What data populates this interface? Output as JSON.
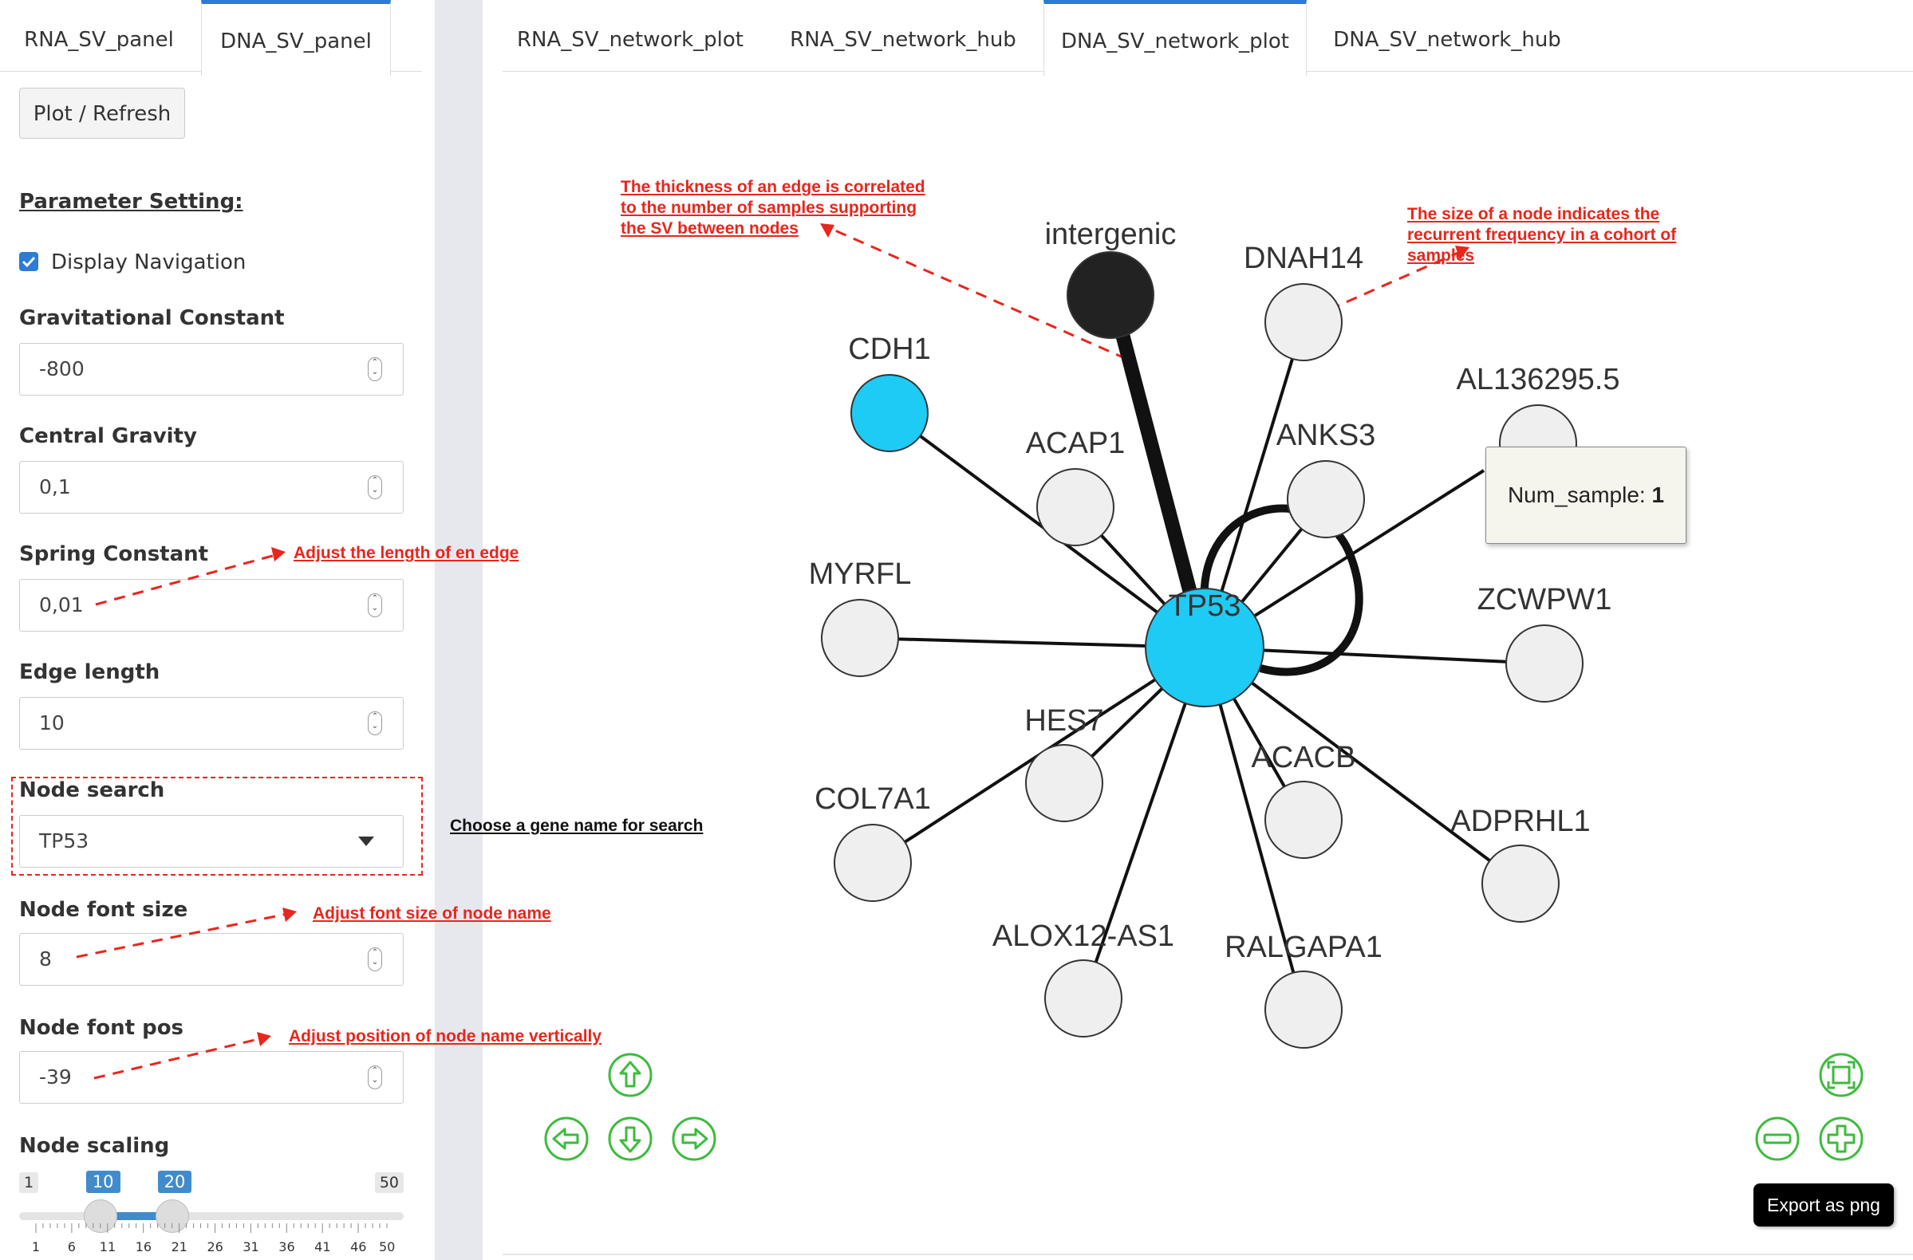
{
  "sidebar": {
    "tabs": [
      {
        "label": "RNA_SV_panel",
        "active": false
      },
      {
        "label": "DNA_SV_panel",
        "active": true
      }
    ],
    "plot_button": "Plot / Refresh",
    "section_title": "Parameter Setting:",
    "display_navigation": {
      "label": "Display Navigation",
      "checked": true
    },
    "fields": {
      "gravitational_constant": {
        "label": "Gravitational Constant",
        "value": "-800"
      },
      "central_gravity": {
        "label": "Central Gravity",
        "value": "0,1"
      },
      "spring_constant": {
        "label": "Spring Constant",
        "value": "0,01"
      },
      "edge_length": {
        "label": "Edge length",
        "value": "10"
      },
      "node_search": {
        "label": "Node search",
        "value": "TP53"
      },
      "node_font_size": {
        "label": "Node font size",
        "value": "8"
      },
      "node_font_pos": {
        "label": "Node font pos",
        "value": "-39"
      }
    },
    "node_scaling": {
      "label": "Node scaling",
      "min": "1",
      "max": "50",
      "low": "10",
      "high": "20",
      "low_fraction": 0.1837,
      "high_fraction": 0.3878,
      "ticks": [
        "1",
        "6",
        "11",
        "16",
        "21",
        "26",
        "31",
        "36",
        "41",
        "46",
        "50"
      ]
    }
  },
  "main": {
    "tabs": [
      {
        "label": "RNA_SV_network_plot",
        "active": false
      },
      {
        "label": "RNA_SV_network_hub",
        "active": false
      },
      {
        "label": "DNA_SV_network_plot",
        "active": true
      },
      {
        "label": "DNA_SV_network_hub",
        "active": false
      }
    ],
    "nodes": {
      "center": "TP53",
      "intergenic": "intergenic",
      "dnah14": "DNAH14",
      "cdh1": "CDH1",
      "acap1": "ACAP1",
      "anks3": "ANKS3",
      "al136295": "AL136295.5",
      "myrfl": "MYRFL",
      "zcwpw1": "ZCWPW1",
      "hes7": "HES7",
      "acacb": "ACACB",
      "col7a1": "COL7A1",
      "adprhl1": "ADPRHL1",
      "alox12": "ALOX12-AS1",
      "ralgapa1": "RALGAPA1"
    },
    "tooltip": {
      "key": "Num_sample:",
      "value": "1"
    },
    "export_button": "Export as png"
  },
  "annotations": {
    "edge_thickness": [
      "The thickness of an edge is correlated",
      "to the number of samples supporting",
      "the SV between nodes"
    ],
    "node_size": [
      "The size of a node indicates the",
      "recurrent frequency in a cohort of",
      "samples"
    ],
    "spring": "Adjust the length of en edge",
    "search": "Choose a gene name for search",
    "font_size": "Adjust font size of node name",
    "font_pos": "Adjust position of node name vertically"
  },
  "colors": {
    "accent_blue": "#1ecbf5",
    "intergenic_node": "#222222",
    "nav_green": "#3dbb3d",
    "annotation_red": "#e8261c",
    "slider_blue": "#428bca"
  }
}
